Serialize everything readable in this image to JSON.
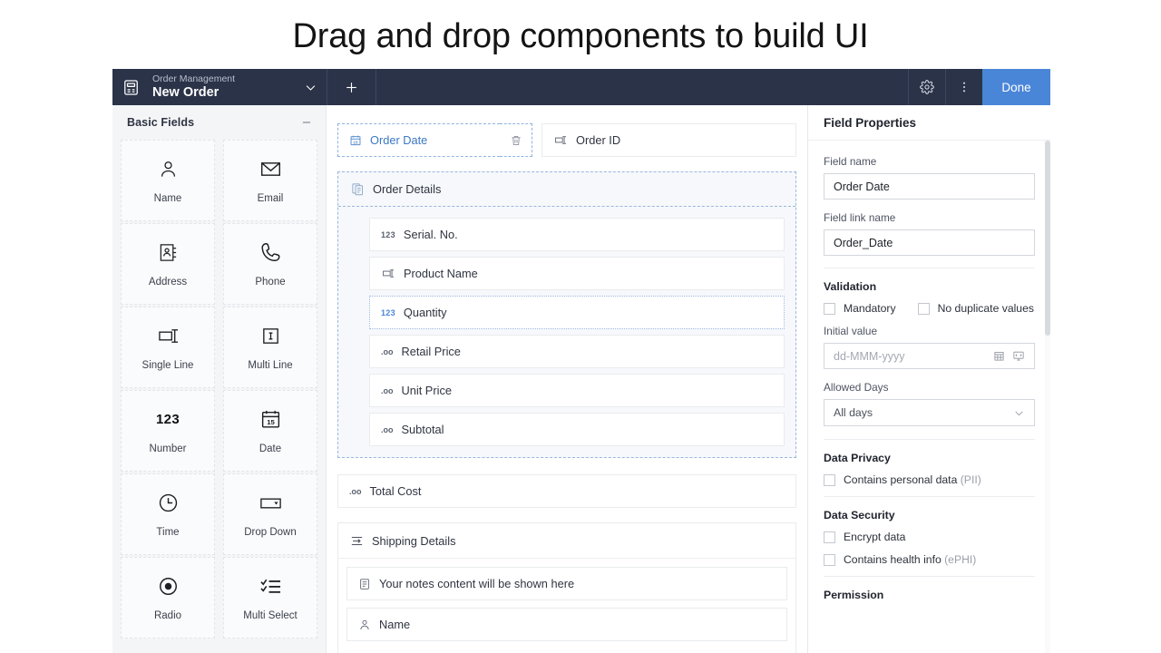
{
  "page": {
    "heading": "Drag and drop components to build UI"
  },
  "topbar": {
    "app_icon": "form-icon",
    "module": "Order Management",
    "record": "New Order",
    "chevron_icon": "chevron-down-icon",
    "add_icon": "plus-icon",
    "settings_icon": "gear-icon",
    "more_icon": "more-vertical-icon",
    "done_label": "Done"
  },
  "palette": {
    "title": "Basic Fields",
    "collapse_icon": "minus-icon",
    "items": [
      {
        "label": "Name",
        "icon": "person-icon"
      },
      {
        "label": "Email",
        "icon": "envelope-icon"
      },
      {
        "label": "Address",
        "icon": "address-book-icon"
      },
      {
        "label": "Phone",
        "icon": "phone-icon"
      },
      {
        "label": "Single Line",
        "icon": "single-line-icon"
      },
      {
        "label": "Multi Line",
        "icon": "multi-line-icon"
      },
      {
        "label": "Number",
        "icon": "number-123-icon",
        "glyph": "123"
      },
      {
        "label": "Date",
        "icon": "calendar-15-icon",
        "glyph": "15"
      },
      {
        "label": "Time",
        "icon": "clock-icon"
      },
      {
        "label": "Drop Down",
        "icon": "dropdown-icon"
      },
      {
        "label": "Radio",
        "icon": "radio-icon"
      },
      {
        "label": "Multi Select",
        "icon": "multi-select-icon"
      }
    ]
  },
  "canvas": {
    "order_date": {
      "label": "Order Date",
      "icon": "calendar-icon",
      "state": "selected"
    },
    "delete_icon": "trash-icon",
    "order_id": {
      "label": "Order ID",
      "icon": "single-line-icon"
    },
    "subform": {
      "label": "Order Details",
      "icon": "subform-icon",
      "fields": [
        {
          "label": "Serial. No.",
          "icon": "number-123-icon",
          "glyph": "123"
        },
        {
          "label": "Product Name",
          "icon": "single-line-icon"
        },
        {
          "label": "Quantity",
          "icon": "number-123-icon",
          "glyph": "123",
          "state": "drop-target"
        },
        {
          "label": "Retail Price",
          "icon": "decimal-icon",
          "glyph": ".oo"
        },
        {
          "label": "Unit Price",
          "icon": "decimal-icon",
          "glyph": ".oo"
        },
        {
          "label": "Subtotal",
          "icon": "decimal-icon",
          "glyph": ".oo"
        }
      ]
    },
    "total_cost": {
      "label": "Total Cost",
      "icon": "decimal-icon",
      "glyph": ".oo"
    },
    "shipping": {
      "label": "Shipping Details",
      "icon": "section-icon",
      "fields": [
        {
          "label": "Your notes content will be shown here",
          "icon": "notes-icon"
        },
        {
          "label": "Name",
          "icon": "person-icon"
        }
      ]
    }
  },
  "properties": {
    "title": "Field Properties",
    "field_name": {
      "label": "Field name",
      "value": "Order Date"
    },
    "field_link_name": {
      "label": "Field link name",
      "value": "Order_Date"
    },
    "validation": {
      "title": "Validation",
      "mandatory": {
        "label": "Mandatory",
        "checked": false
      },
      "no_duplicate": {
        "label": "No duplicate values",
        "checked": false
      }
    },
    "initial_value": {
      "label": "Initial value",
      "placeholder": "dd-MMM-yyyy",
      "calendar_icon": "calendar-grid-icon",
      "code_icon": "monitor-code-icon"
    },
    "allowed_days": {
      "label": "Allowed Days",
      "value": "All days",
      "chevron_icon": "chevron-down-icon"
    },
    "data_privacy": {
      "title": "Data Privacy",
      "personal_data": {
        "label": "Contains personal data",
        "sub": "(PII)",
        "checked": false
      }
    },
    "data_security": {
      "title": "Data Security",
      "encrypt": {
        "label": "Encrypt data",
        "checked": false
      },
      "health_info": {
        "label": "Contains health info",
        "sub": "(ePHI)",
        "checked": false
      }
    },
    "permission": {
      "title": "Permission"
    }
  },
  "colors": {
    "topbar": "#2b3349",
    "accent": "#4a86d8",
    "selected": "#3b78c3",
    "panel_bg": "#f4f5f7"
  }
}
